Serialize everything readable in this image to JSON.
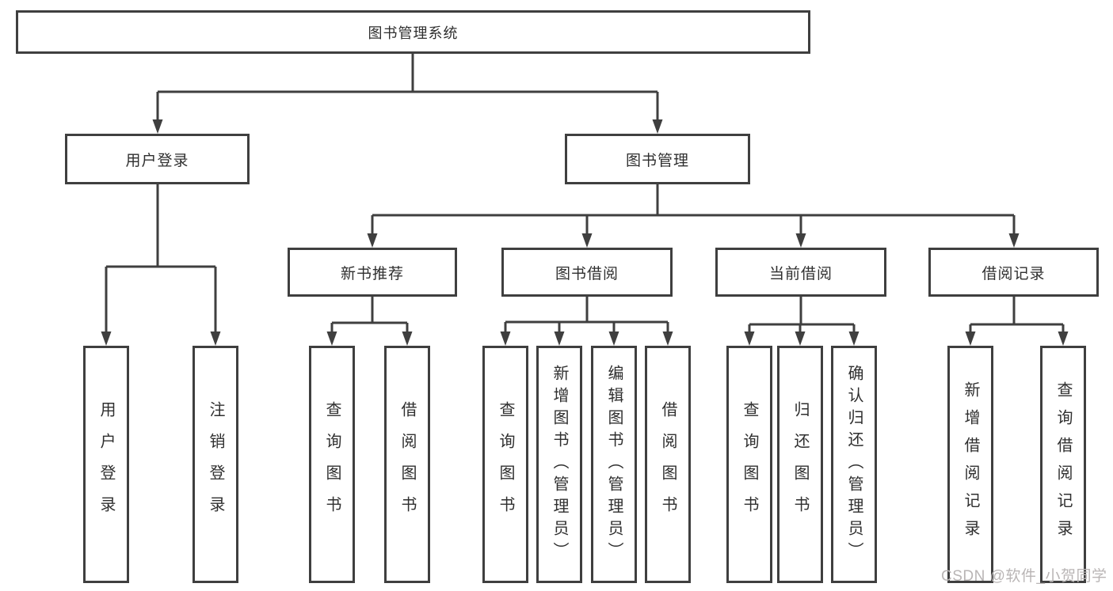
{
  "diagram": {
    "colors": {
      "line": "#3f3f3f",
      "text": "#2f2f2f",
      "box_background": "#ffffff",
      "background": "#ffffff",
      "watermark": "#b9b5b5"
    },
    "nodes": {
      "root": "图书管理系统",
      "user_login": "用户登录",
      "book_management": "图书管理",
      "new_book_recommend": "新书推荐",
      "book_borrowing": "图书借阅",
      "current_borrowing": "当前借阅",
      "borrowing_records": "借阅记录",
      "ul_user_login": "用户登录",
      "ul_logout": "注销登录",
      "nb_query_books": "查询图书",
      "nb_borrow_books": "借阅图书",
      "bb_query_books": "查询图书",
      "bb_add_books": "新增图书（管理员）",
      "bb_edit_books": "编辑图书（管理员）",
      "bb_borrow_books": "借阅图书",
      "cb_query_books": "查询图书",
      "cb_return_books": "归还图书",
      "cb_confirm_return": "确认归还（管理员）",
      "br_add_record": "新增借阅记录",
      "br_query_record": "查询借阅记录"
    }
  },
  "watermark": {
    "text": "CSDN @软件_小贺同学"
  }
}
